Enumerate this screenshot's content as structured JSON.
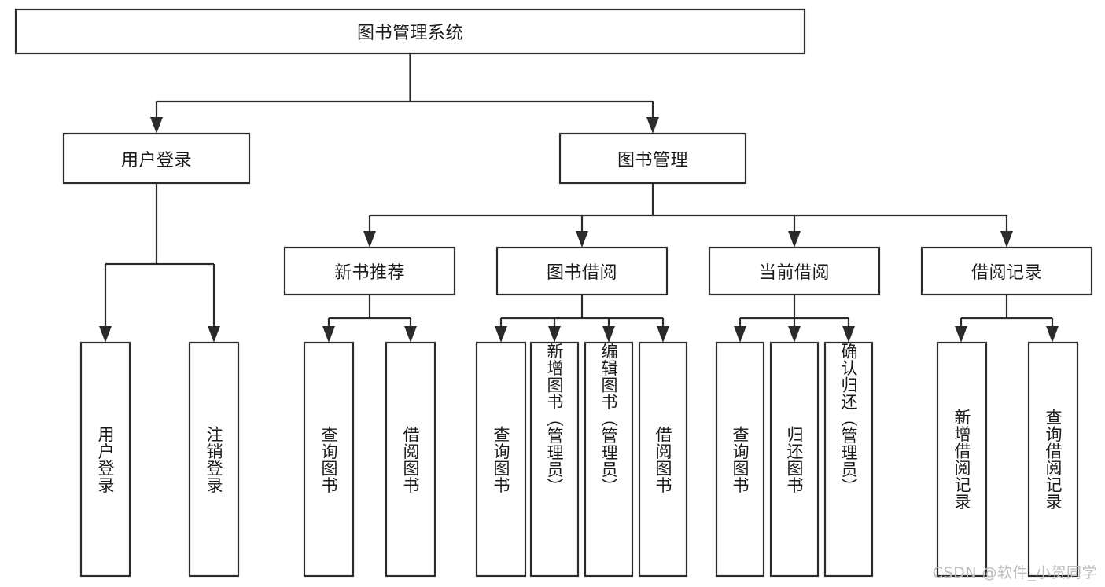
{
  "diagram": {
    "title": "图书管理系统",
    "type": "hierarchy-tree",
    "watermark": "CSDN @软件_小贺同学",
    "levels": [
      {
        "level": 1,
        "nodes": [
          {
            "id": "root",
            "label": "图书管理系统",
            "orientation": "horizontal"
          }
        ]
      },
      {
        "level": 2,
        "nodes": [
          {
            "id": "login",
            "label": "用户登录",
            "orientation": "horizontal",
            "parent": "root"
          },
          {
            "id": "bookmgmt",
            "label": "图书管理",
            "orientation": "horizontal",
            "parent": "root"
          }
        ]
      },
      {
        "level": 3,
        "nodes": [
          {
            "id": "newbook",
            "label": "新书推荐",
            "orientation": "horizontal",
            "parent": "bookmgmt"
          },
          {
            "id": "borrow",
            "label": "图书借阅",
            "orientation": "horizontal",
            "parent": "bookmgmt"
          },
          {
            "id": "current",
            "label": "当前借阅",
            "orientation": "horizontal",
            "parent": "bookmgmt"
          },
          {
            "id": "records",
            "label": "借阅记录",
            "orientation": "horizontal",
            "parent": "bookmgmt"
          }
        ]
      },
      {
        "level": 4,
        "nodes": [
          {
            "id": "leaf1",
            "label": "用户登录",
            "orientation": "vertical",
            "parent": "login"
          },
          {
            "id": "leaf2",
            "label": "注销登录",
            "orientation": "vertical",
            "parent": "login"
          },
          {
            "id": "leaf3",
            "label": "查询图书",
            "orientation": "vertical",
            "parent": "newbook"
          },
          {
            "id": "leaf4",
            "label": "借阅图书",
            "orientation": "vertical",
            "parent": "newbook"
          },
          {
            "id": "leaf5",
            "label": "查询图书",
            "orientation": "vertical",
            "parent": "borrow"
          },
          {
            "id": "leaf6",
            "label": "新增图书（管理员）",
            "orientation": "vertical",
            "parent": "borrow"
          },
          {
            "id": "leaf7",
            "label": "编辑图书（管理员）",
            "orientation": "vertical",
            "parent": "borrow"
          },
          {
            "id": "leaf8",
            "label": "借阅图书",
            "orientation": "vertical",
            "parent": "borrow"
          },
          {
            "id": "leaf9",
            "label": "查询图书",
            "orientation": "vertical",
            "parent": "current"
          },
          {
            "id": "leaf10",
            "label": "归还图书",
            "orientation": "vertical",
            "parent": "current"
          },
          {
            "id": "leaf11",
            "label": "确认归还（管理员）",
            "orientation": "vertical",
            "parent": "current"
          },
          {
            "id": "leaf12",
            "label": "新增借阅记录",
            "orientation": "vertical",
            "parent": "records"
          },
          {
            "id": "leaf13",
            "label": "查询借阅记录",
            "orientation": "vertical",
            "parent": "records"
          }
        ]
      }
    ],
    "colors": {
      "box_stroke": "#2b2b2b",
      "box_fill": "#ffffff",
      "text": "#1a1a1a",
      "background": "#ffffff",
      "watermark": "#bdbdbd"
    }
  }
}
